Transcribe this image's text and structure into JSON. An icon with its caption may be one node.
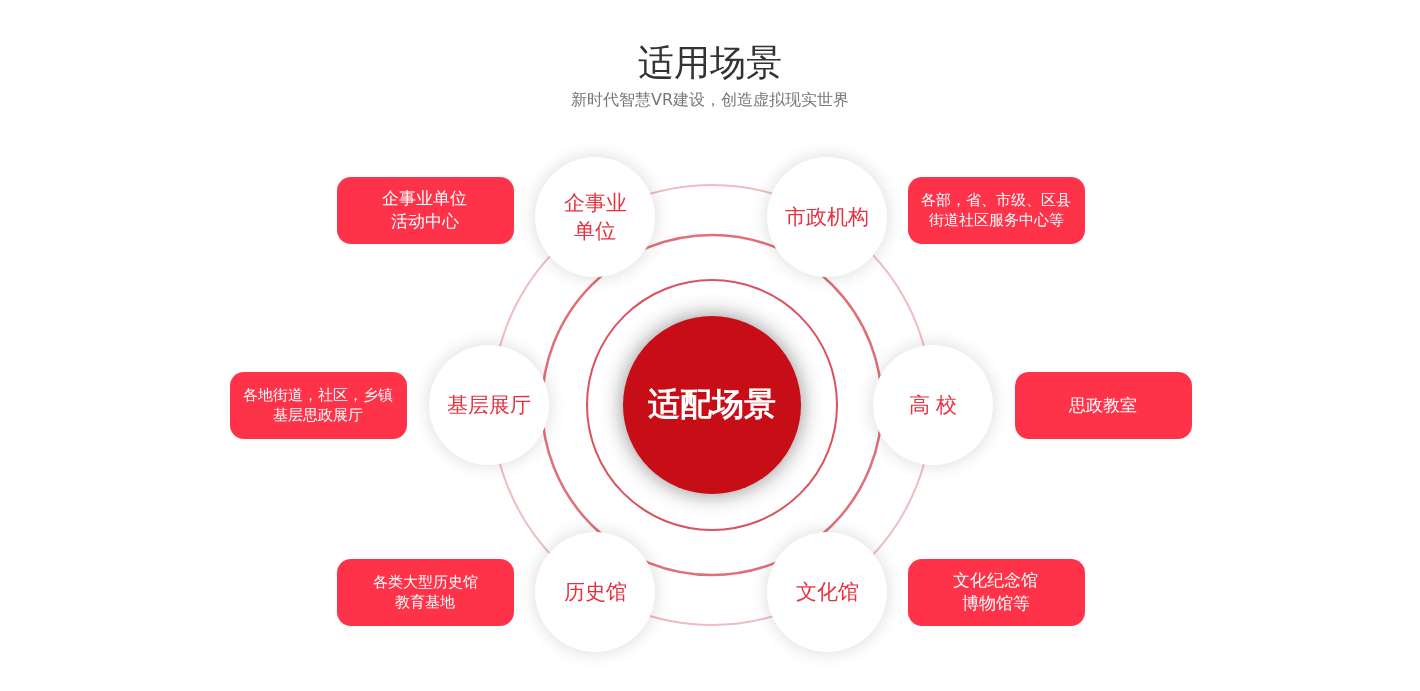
{
  "diagram": {
    "title": "适用场景",
    "nodes": [
      {
        "text": [
          "适配场景"
        ]
      },
      {
        "text": [
          "企事业单位"
        ]
      },
      {
        "text": [
          "市政机构"
        ]
      },
      {
        "text": [
          "基层展厅"
        ]
      },
      {
        "text": [
          "高 校"
        ]
      },
      {
        "text": [
          "历史馆"
        ]
      },
      {
        "text": [
          "文化馆"
        ]
      },
      {
        "text": [
          "企事业单位活动中心"
        ]
      },
      {
        "text": [
          "各部，省、市级、区县街道社区服务中心等"
        ]
      },
      {
        "text": [
          "各地街道，社区，乡镇基层思政展厅"
        ]
      },
      {
        "text": [
          "思政教室"
        ]
      },
      {
        "text": [
          "各类大型历史馆教育基地"
        ]
      },
      {
        "text": [
          "文化纪念馆博物馆等"
        ]
      }
    ],
    "edges": [],
    "labels": [
      "新时代智慧VR建设，创造虚拟现实世界"
    ]
  }
}
